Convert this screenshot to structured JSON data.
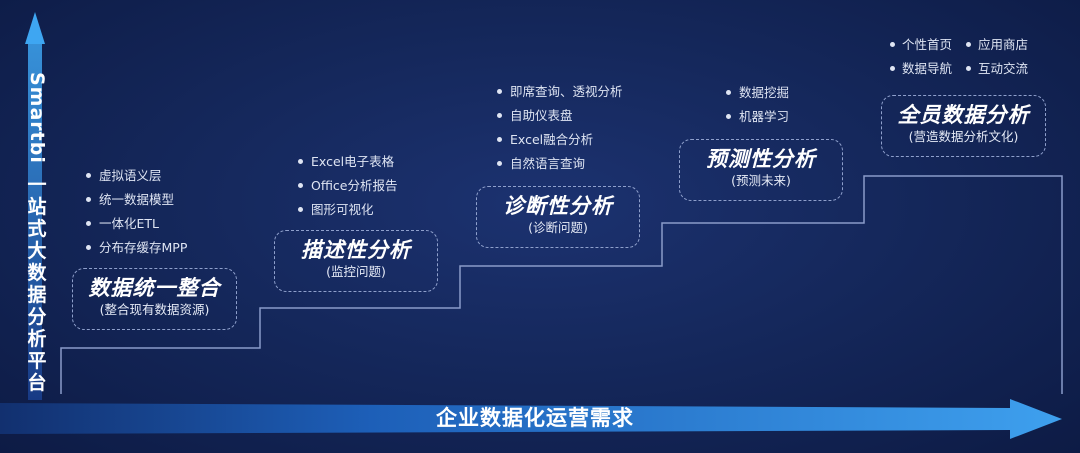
{
  "vertical_title": {
    "latin": "Smartbi",
    "cjk": "一站式大数据分析平台"
  },
  "bottom_title": "企业数据化运营需求",
  "stages": [
    {
      "name": "数据统一整合",
      "sub": "(整合现有数据资源)",
      "features": [
        "虚拟语义层",
        "统一数据模型",
        "一体化ETL",
        "分布存缓存MPP"
      ]
    },
    {
      "name": "描述性分析",
      "sub": "(监控问题)",
      "features": [
        "Excel电子表格",
        "Office分析报告",
        "图形可视化"
      ]
    },
    {
      "name": "诊断性分析",
      "sub": "(诊断问题)",
      "features": [
        "即席查询、透视分析",
        "自助仪表盘",
        "Excel融合分析",
        "自然语言查询"
      ]
    },
    {
      "name": "预测性分析",
      "sub": "(预测未来)",
      "features": [
        "数据挖掘",
        "机器学习"
      ]
    },
    {
      "name": "全员数据分析",
      "sub": "(营造数据分析文化)",
      "features": [
        "个性首页",
        "应用商店",
        "数据导航",
        "互动交流"
      ]
    }
  ],
  "colors": {
    "background": "#15285c",
    "stair_line": "#8a9bc9",
    "arrow": "#2f8fe6",
    "dashed_border": "#8fa0cc"
  }
}
